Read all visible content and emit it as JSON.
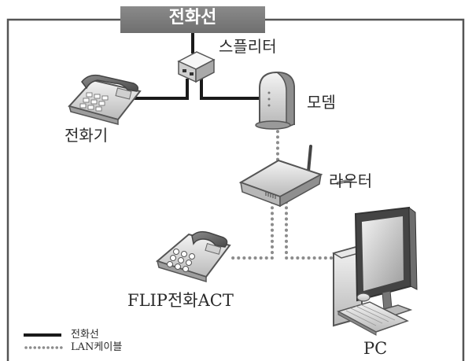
{
  "title": "전화선",
  "labels": {
    "splitter": "스플리터",
    "modem": "모뎀",
    "phone": "전화기",
    "router": "라우터",
    "flip_phone": "FLIP전화ACT",
    "pc": "PC"
  },
  "legend": {
    "phone_line": "전화선",
    "lan_cable": "LAN케이블"
  },
  "colors": {
    "frame": "#555555",
    "phone_line": "#1a1a1a",
    "lan_cable": "#8c8c8c",
    "title_bg": "#7a7a7a"
  }
}
